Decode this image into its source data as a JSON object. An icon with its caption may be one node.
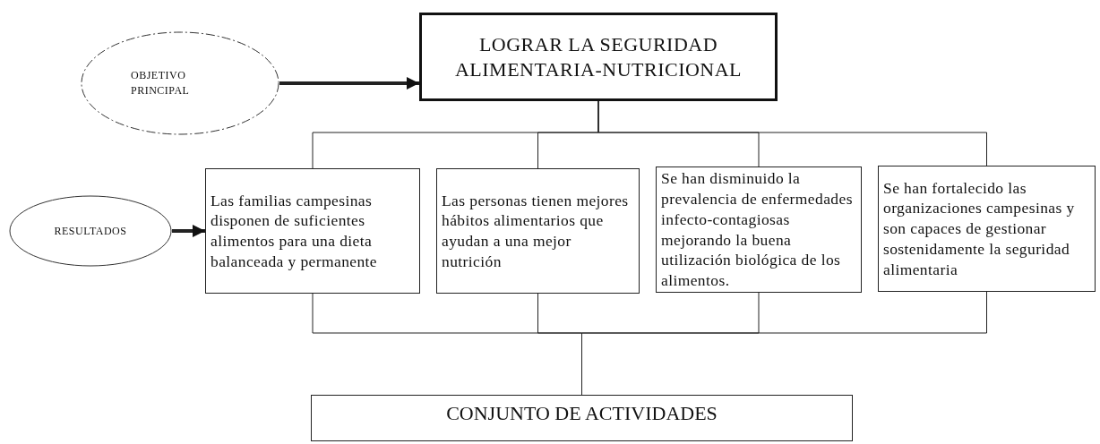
{
  "diagram": {
    "nodes": [
      {
        "text": [
          "OBJETIVO PRINCIPAL"
        ]
      },
      {
        "text": [
          "LOGRAR LA SEGURIDAD ALIMENTARIA-NUTRICIONAL"
        ]
      },
      {
        "text": [
          "RESULTADOS"
        ]
      },
      {
        "text": [
          "Las familias campesinas disponen de suficientes alimentos para una dieta balanceada y permanente"
        ]
      },
      {
        "text": [
          "Las personas tienen mejores hábitos alimentarios que ayudan a una mejor nutrición"
        ]
      },
      {
        "text": [
          "Se han disminuido la prevalencia de enfermedades infecto-contagiosas mejorando la buena utilización biológica de los alimentos."
        ]
      },
      {
        "text": [
          "Se han fortalecido las organizaciones campesinas y son capaces de gestionar sostenidamente la seguridad alimentaria"
        ]
      },
      {
        "text": [
          "CONJUNTO DE ACTIVIDADES"
        ]
      }
    ],
    "edges": [
      {
        "from": 0,
        "to": 1,
        "arrow": "to",
        "style": "thick"
      },
      {
        "from": 2,
        "to": 3,
        "arrow": "to",
        "style": "thick"
      },
      {
        "from": 1,
        "to": 3,
        "arrow": "none"
      },
      {
        "from": 1,
        "to": 4,
        "arrow": "none"
      },
      {
        "from": 1,
        "to": 5,
        "arrow": "none"
      },
      {
        "from": 1,
        "to": 6,
        "arrow": "none"
      },
      {
        "from": 3,
        "to": 7,
        "arrow": "none"
      },
      {
        "from": 4,
        "to": 7,
        "arrow": "none"
      },
      {
        "from": 5,
        "to": 7,
        "arrow": "none"
      },
      {
        "from": 6,
        "to": 7,
        "arrow": "none"
      }
    ]
  }
}
